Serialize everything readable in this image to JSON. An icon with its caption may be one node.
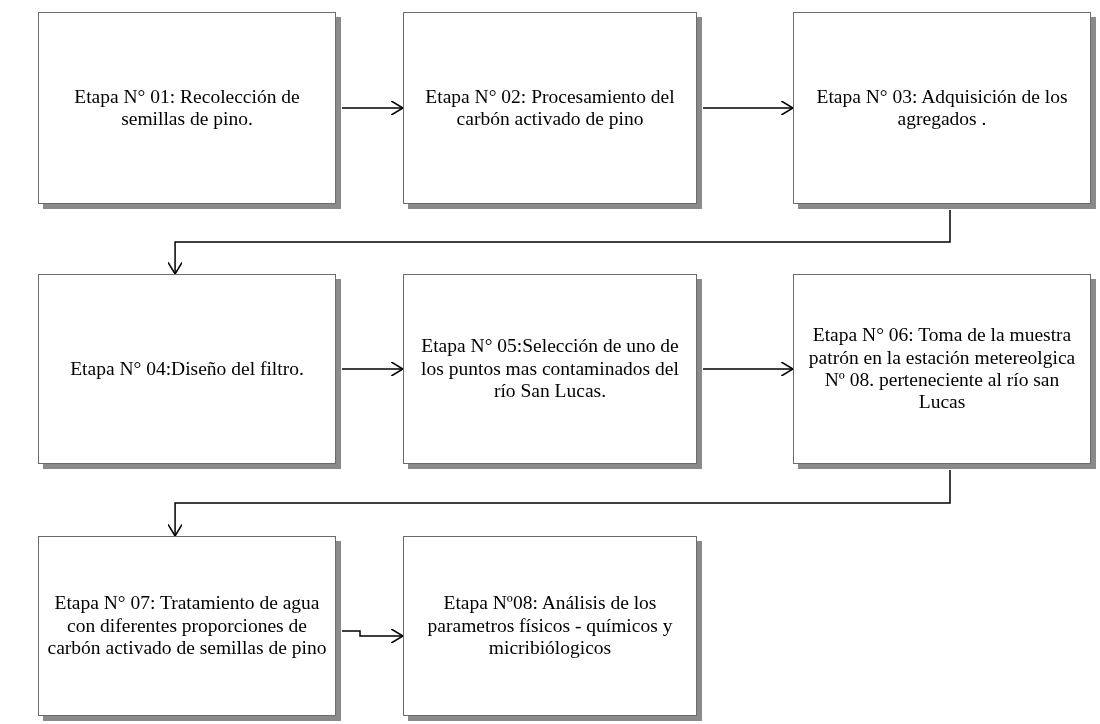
{
  "diagram": {
    "nodes": [
      {
        "text": [
          "Etapa N° 01: Recolección de semillas de pino."
        ]
      },
      {
        "text": [
          "Etapa N° 02: Procesamiento del carbón activado de pino"
        ]
      },
      {
        "text": [
          "Etapa N° 03: Adquisición de los agregados ."
        ]
      },
      {
        "text": [
          "Etapa N° 04:Diseño del filtro."
        ]
      },
      {
        "text": [
          "Etapa N° 05:Selección de uno de los puntos mas contaminados del río San Lucas."
        ]
      },
      {
        "text": [
          "Etapa N° 06: Toma de la muestra patrón en la estación metereolgica Nº 08. perteneciente al río san Lucas"
        ]
      },
      {
        "text": [
          "Etapa N° 07: Tratamiento de agua con diferentes proporciones de carbón activado de semillas de pino"
        ]
      },
      {
        "text": [
          "Etapa Nº08: Análisis de los parametros físicos - químicos y micribiólogicos"
        ]
      }
    ],
    "edges": [
      {
        "from": 0,
        "to": 1,
        "arrow": "to"
      },
      {
        "from": 1,
        "to": 2,
        "arrow": "to"
      },
      {
        "from": 2,
        "to": 3,
        "arrow": "to"
      },
      {
        "from": 3,
        "to": 4,
        "arrow": "to"
      },
      {
        "from": 4,
        "to": 5,
        "arrow": "to"
      },
      {
        "from": 5,
        "to": 6,
        "arrow": "to"
      },
      {
        "from": 6,
        "to": 7,
        "arrow": "to"
      }
    ]
  }
}
